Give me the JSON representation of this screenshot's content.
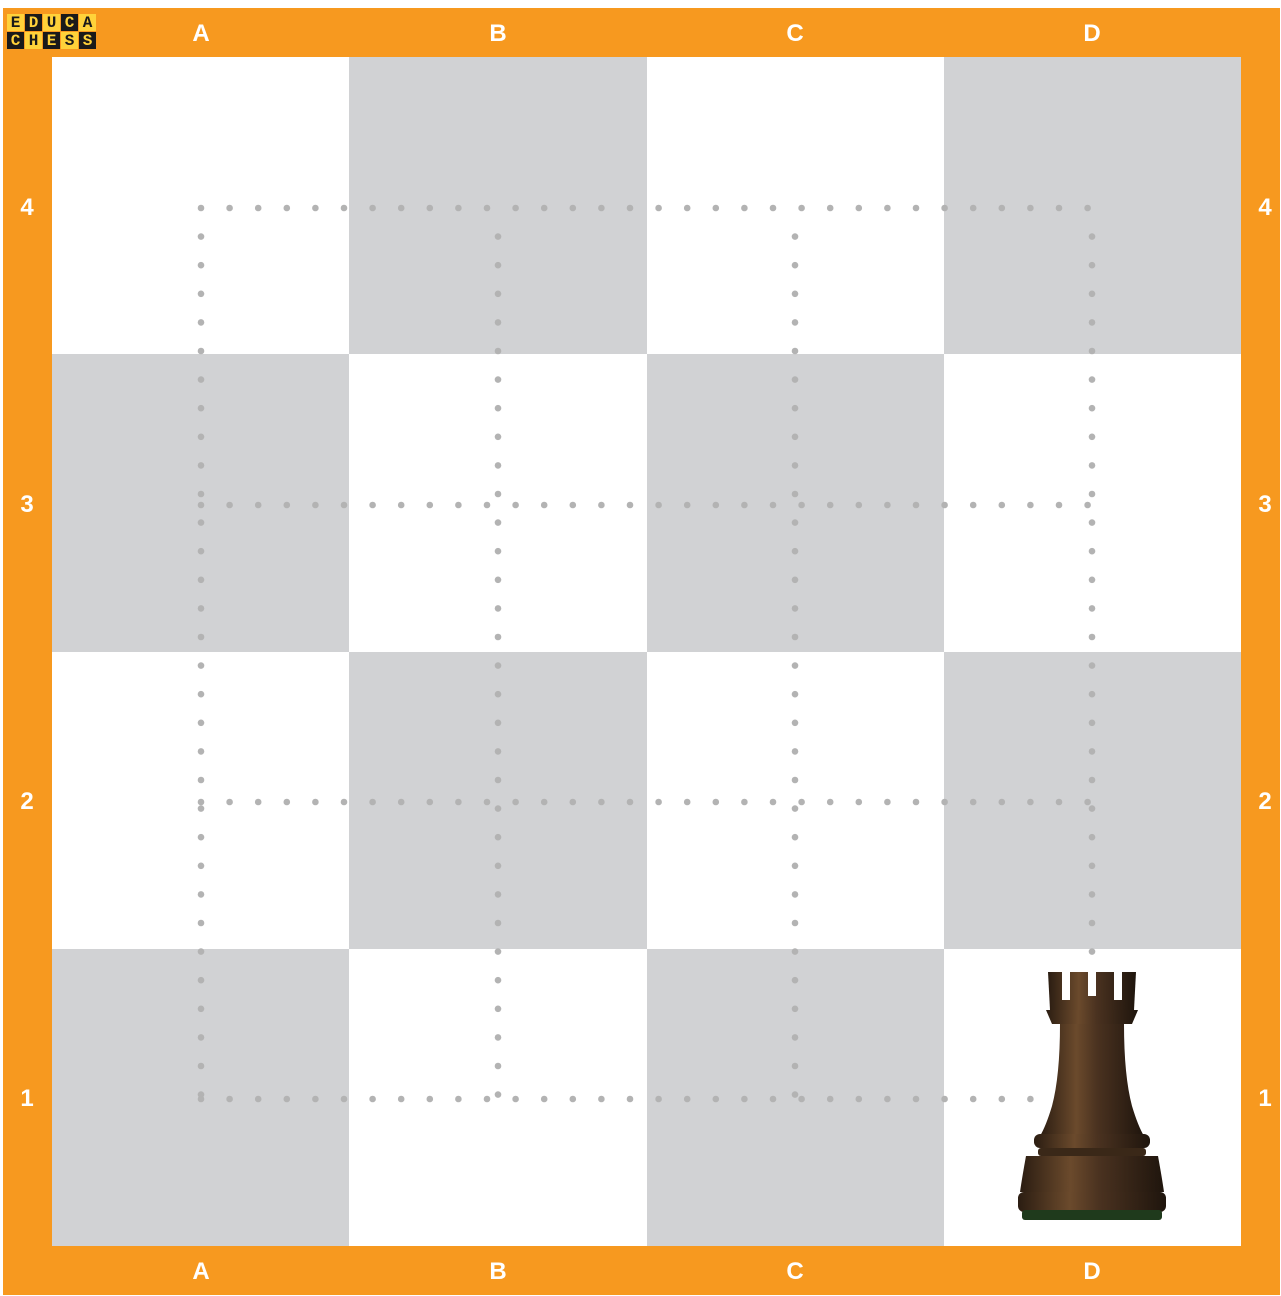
{
  "logo": {
    "row1": [
      "E",
      "D",
      "U",
      "C",
      "A"
    ],
    "row2": [
      "C",
      "H",
      "E",
      "S",
      "S"
    ]
  },
  "board": {
    "files": [
      "A",
      "B",
      "C",
      "D"
    ],
    "ranks": [
      "4",
      "3",
      "2",
      "1"
    ],
    "light_color": "#ffffff",
    "dark_color": "#d1d2d4",
    "frame_color": "#f7991f"
  },
  "piece": {
    "type": "rook",
    "color": "dark-wood",
    "square": "D1",
    "icon": "rook-icon"
  },
  "path": {
    "description_squares": [
      "A1",
      "A4",
      "D4",
      "D1"
    ],
    "dot_color": "#b3b3b3"
  }
}
